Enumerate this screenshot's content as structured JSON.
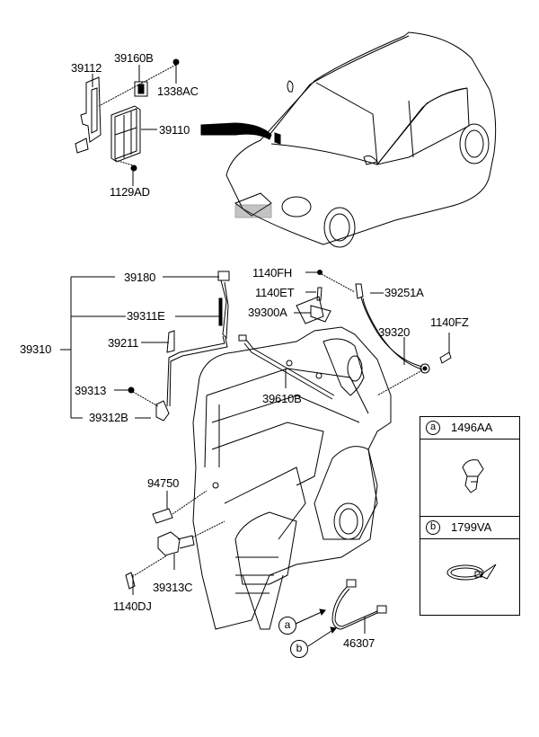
{
  "diagram": {
    "title": "Engine control module and sensor wiring parts diagram",
    "ecu_group": {
      "bracket": "39112",
      "relay": "39160B",
      "relay_bolt": "1338AC",
      "ecu": "39110",
      "ecu_bolt": "1129AD"
    },
    "harness_group": {
      "assembly": "39310",
      "connector": "39180",
      "harness_sub": "39311E",
      "clip_bracket": "39211",
      "bolt": "39313",
      "bracket": "39312B"
    },
    "top_parts": {
      "bolt_fh": "1140FH",
      "bolt_et": "1140ET",
      "sensor": "39300A",
      "bracket": "39251A",
      "knock_sensor_wire": "39320",
      "bolt_fz": "1140FZ",
      "harness_b": "39610B"
    },
    "lower_parts": {
      "oil_pressure_switch": "94750",
      "crank_sensor": "39313C",
      "bolt_dj": "1140DJ",
      "o2_sensor": "46307"
    },
    "legend": [
      {
        "marker": "a",
        "code": "1496AA",
        "icon": "clip-icon"
      },
      {
        "marker": "b",
        "code": "1799VA",
        "icon": "cable-tie-icon"
      }
    ],
    "callouts": [
      "a",
      "b"
    ]
  }
}
